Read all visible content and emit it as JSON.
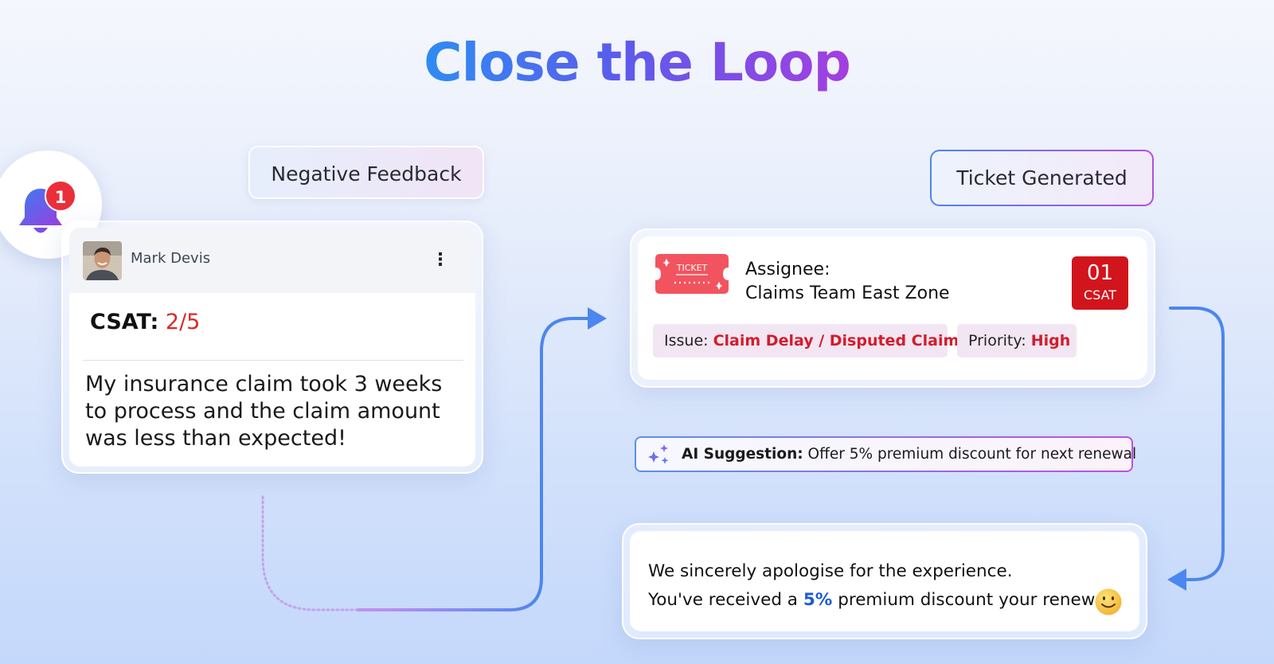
{
  "title": "Close the Loop",
  "notification": {
    "badge_count": "1"
  },
  "labels": {
    "negative_feedback": "Negative Feedback",
    "ticket_generated": "Ticket Generated"
  },
  "feedback_card": {
    "author": "Mark Devis",
    "csat_label": "CSAT:",
    "csat_value": "2/5",
    "comment": "My insurance claim took 3 weeks to process and the claim amount was less than expected!"
  },
  "ticket_card": {
    "icon_text": "TICKET",
    "assignee_label": "Assignee:",
    "assignee_value": "Claims Team East Zone",
    "badge_number": "01",
    "badge_label": "CSAT",
    "issue_label": "Issue:",
    "issue_value": "Claim Delay / Disputed Claim",
    "priority_label": "Priority:",
    "priority_value": "High"
  },
  "ai_suggestion": {
    "label": "AI Suggestion:",
    "text": "Offer 5% premium discount for next renewal"
  },
  "reply_card": {
    "line1": "We sincerely apologise for the experience.",
    "line2_prefix": "You've received a",
    "line2_highlight": "5%",
    "line2_suffix": "premium discount your renewal."
  },
  "colors": {
    "title_gradient_start": "#2f8cf3",
    "title_gradient_end": "#a43ee0",
    "alert_red": "#d31c2c",
    "flow_blue": "#4c86ef",
    "highlight_blue": "#1f5bd3"
  }
}
